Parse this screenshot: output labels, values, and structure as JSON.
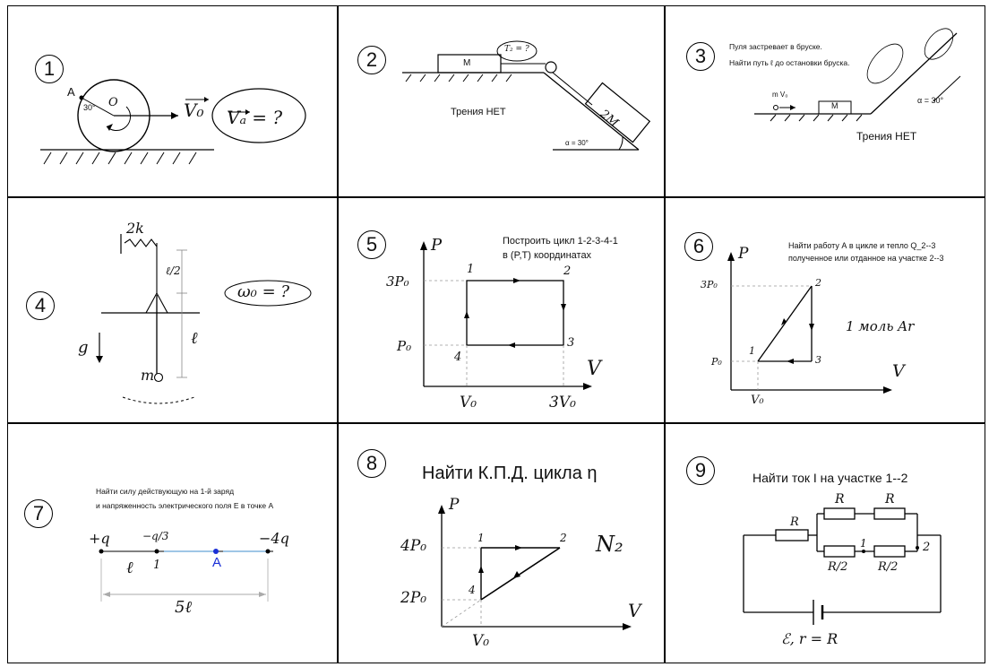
{
  "problems": [
    {
      "num": "1",
      "labels": {
        "point_a": "A",
        "angle": "30°",
        "center": "O",
        "v0": "V₀",
        "question": "Vₐ = ?"
      }
    },
    {
      "num": "2",
      "labels": {
        "mass1": "M",
        "mass2": "2M",
        "question": "T₂ = ?",
        "friction": "Трения НЕТ",
        "angle": "α = 30°"
      }
    },
    {
      "num": "3",
      "labels": {
        "text_line1": "Пуля застревает в бруске.",
        "text_line2": "Найти путь ℓ до остановки бруска.",
        "bullet": "m V₀",
        "mass": "M",
        "angle": "α = 30°",
        "friction": "Трения НЕТ"
      }
    },
    {
      "num": "4",
      "labels": {
        "spring": "2k",
        "half_len": "ℓ/2",
        "len": "ℓ",
        "g": "g",
        "mass": "m",
        "question": "ω₀ = ?"
      }
    },
    {
      "num": "5",
      "labels": {
        "title_line1": "Построить цикл   1-2-3-4-1",
        "title_line2": "в (P,T) координатах",
        "p_axis": "P",
        "v_axis": "V",
        "p_high": "3P₀",
        "p_low": "P₀",
        "v_low": "V₀",
        "v_high": "3V₀",
        "pt1": "1",
        "pt2": "2",
        "pt3": "3",
        "pt4": "4"
      }
    },
    {
      "num": "6",
      "labels": {
        "title_line1": "Найти работу  А в цикле и тепло  Q_2--3",
        "title_line2": "полученное или отданное на участке 2--3",
        "p_axis": "P",
        "v_axis": "V",
        "p_high": "3P₀",
        "p_low": "P₀",
        "v_low": "V₀",
        "gas": "1 моль  Ar",
        "pt1": "1",
        "pt2": "2",
        "pt3": "3"
      }
    },
    {
      "num": "7",
      "labels": {
        "title_line1": "Найти силу действующую на 1-й заряд",
        "title_line2": "и напряженность электрического поля  E в точке А",
        "q1": "+q",
        "q2": "−q/3",
        "q3": "−4q",
        "seg": "ℓ",
        "pt1": "1",
        "pt_a": "A",
        "total": "5ℓ"
      }
    },
    {
      "num": "8",
      "labels": {
        "title": "Найти К.П.Д. цикла η",
        "p_axis": "P",
        "v_axis": "V",
        "p_high": "4P₀",
        "p_low": "2P₀",
        "v_low": "V₀",
        "gas": "N₂",
        "pt1": "1",
        "pt2": "2",
        "pt4": "4"
      }
    },
    {
      "num": "9",
      "labels": {
        "title": "Найти ток I на участке 1--2",
        "r1": "R",
        "r2": "R",
        "r3": "R",
        "r_half1": "R/2",
        "r_half2": "R/2",
        "pt1": "1",
        "pt2": "2",
        "emf": "ℰ, r = R"
      }
    }
  ]
}
